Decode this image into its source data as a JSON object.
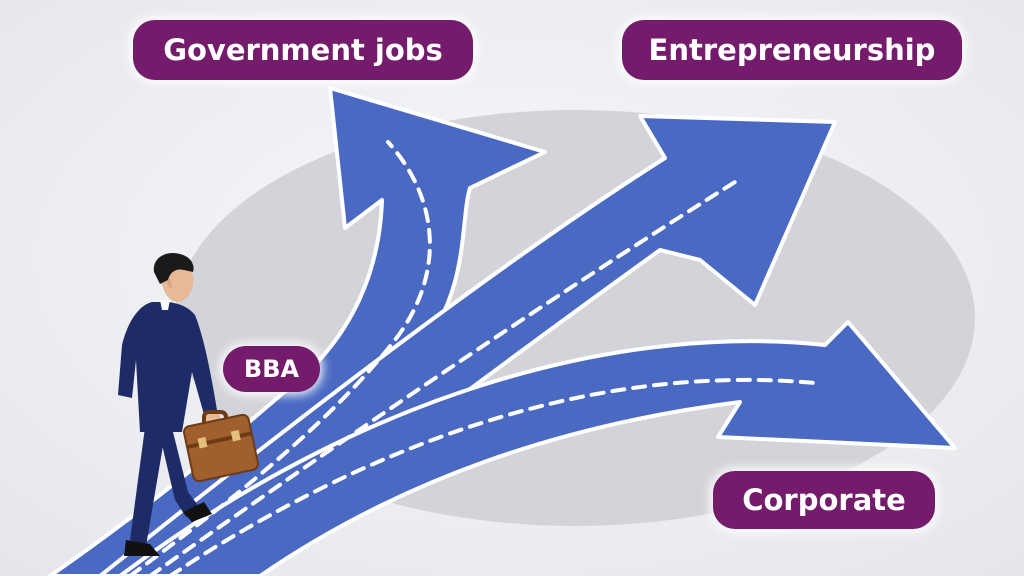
{
  "labels": {
    "government_jobs": "Government jobs",
    "entrepreneurship": "Entrepreneurship",
    "corporate": "Corporate",
    "bba": "BBA"
  },
  "colors": {
    "label_background": "#741b6b",
    "arrow_blue": "#4a69c3",
    "arrow_outline": "#ffffff",
    "road_dash": "#ffffff",
    "ground_ellipse": "#d3d4d9",
    "background": "#eceef3",
    "suit": "#1e2b66",
    "briefcase": "#a0602d"
  },
  "icons": {
    "walker": "businessman-walking-icon",
    "briefcase": "briefcase-icon"
  }
}
